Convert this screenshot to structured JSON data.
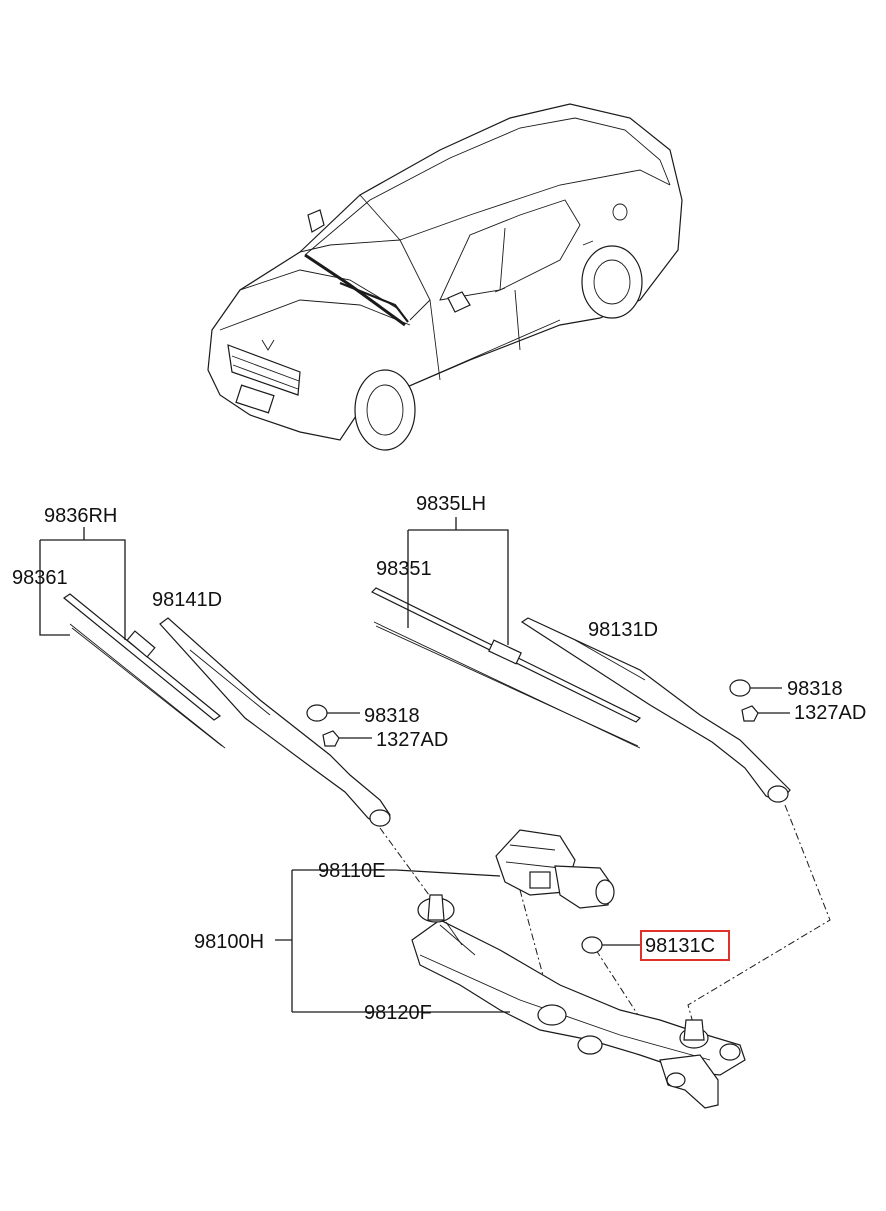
{
  "parts": {
    "p9836RH": "9836RH",
    "p98361": "98361",
    "p98141D": "98141D",
    "p98318_left": "98318",
    "p1327AD_left": "1327AD",
    "p9835LH": "9835LH",
    "p98351": "98351",
    "p98131D": "98131D",
    "p98318_right": "98318",
    "p1327AD_right": "1327AD",
    "p98110E": "98110E",
    "p98100H": "98100H",
    "p98120F": "98120F",
    "p98131C": "98131C"
  },
  "highlight": {
    "part": "98131C",
    "color": "#e0302a"
  }
}
